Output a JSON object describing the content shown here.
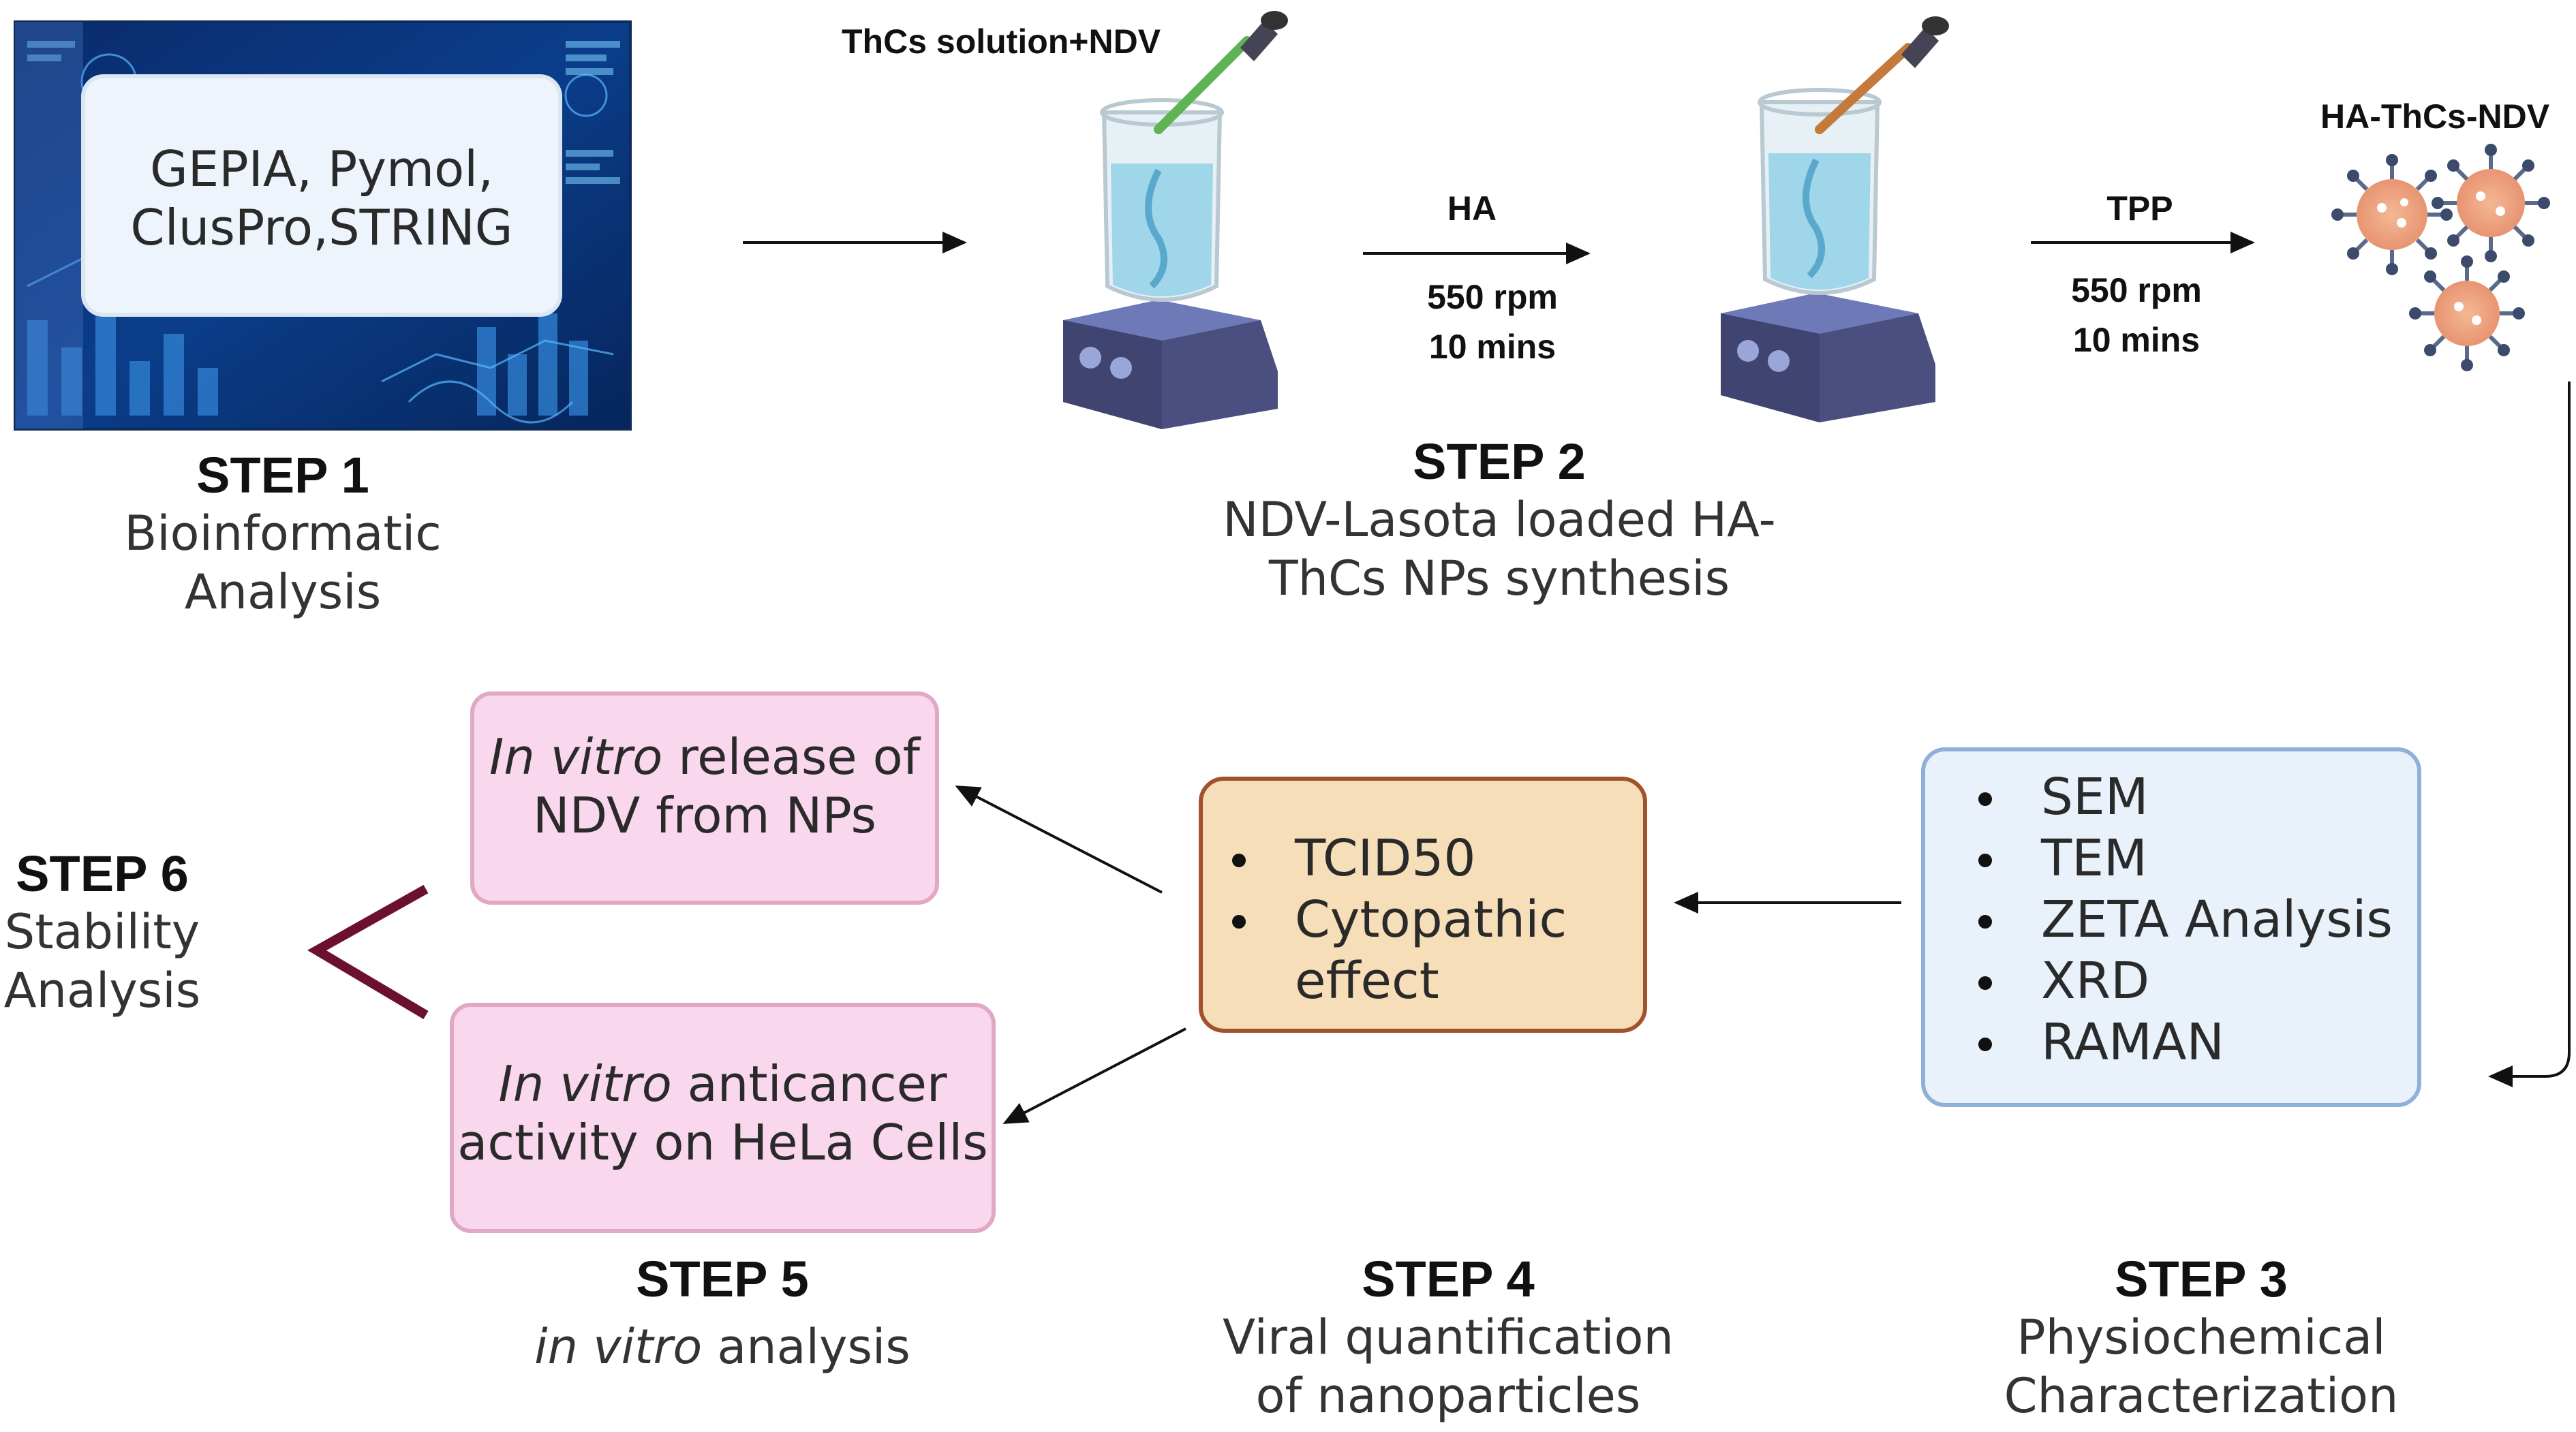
{
  "step1": {
    "tools_line1": "GEPIA, Pymol,",
    "tools_line2": "ClusPro,STRING",
    "title": "STEP 1",
    "subtitle_line1": "Bioinformatic",
    "subtitle_line2": "Analysis"
  },
  "step2": {
    "reagent_label": "ThCs solution+NDV",
    "arrow1_top": "HA",
    "arrow1_rpm": "550 rpm",
    "arrow1_time": "10 mins",
    "arrow2_top": "TPP",
    "arrow2_rpm": "550 rpm",
    "arrow2_time": "10 mins",
    "product_label": "HA-ThCs-NDV",
    "title": "STEP 2",
    "subtitle_line1": "NDV-Lasota loaded HA-",
    "subtitle_line2": "ThCs NPs synthesis"
  },
  "step3": {
    "items": [
      "SEM",
      "TEM",
      "ZETA Analysis",
      "XRD",
      "RAMAN"
    ],
    "title": "STEP 3",
    "subtitle_line1": "Physiochemical",
    "subtitle_line2": "Characterization"
  },
  "step4": {
    "items": [
      "TCID50",
      "Cytopathic effect"
    ],
    "title": "STEP 4",
    "subtitle_line1": "Viral quantification",
    "subtitle_line2": "of nanoparticles"
  },
  "step5": {
    "box1_italic": "In vitro",
    "box1_rest": " release of",
    "box1_line2": "NDV from NPs",
    "box2_italic": "In vitro",
    "box2_rest": " anticancer",
    "box2_line2": "activity on HeLa Cells",
    "title": "STEP 5",
    "subtitle_italic": "in vitro",
    "subtitle_rest": " analysis"
  },
  "step6": {
    "title": "STEP 6",
    "subtitle_line1": "Stability",
    "subtitle_line2": "Analysis"
  },
  "colors": {
    "step3_fill": "#e9f1fb",
    "step3_border": "#8fb0d8",
    "step4_fill": "#f6deb8",
    "step4_border": "#a0522d",
    "step5_fill": "#f9d7ec",
    "step5_border": "#e0a8c4",
    "bracket": "#6b1030",
    "liquid": "#9fd6ea"
  }
}
